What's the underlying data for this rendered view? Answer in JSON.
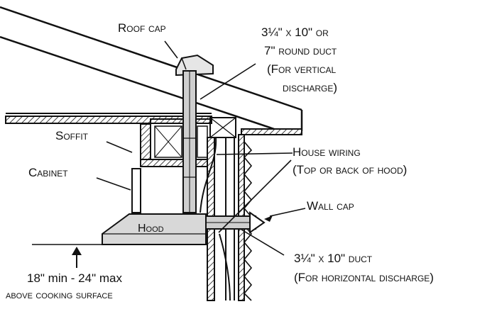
{
  "labels": {
    "roof_cap": "Roof cap",
    "vertical_duct_line1": "3¼\" x 10\" or",
    "vertical_duct_line2": "7\" round duct",
    "vertical_duct_line3": "(For vertical",
    "vertical_duct_line4": "discharge)",
    "soffit": "Soffit",
    "cabinet": "Cabinet",
    "house_wiring_line1": "House wiring",
    "house_wiring_line2": "(Top or back of hood)",
    "wall_cap": "Wall cap",
    "hood": "Hood",
    "horizontal_duct_line1": "3¼\" x 10\" duct",
    "horizontal_duct_line2": "(For horizontal discharge)",
    "mounting_height_line1": "18\" min - 24\" max",
    "mounting_height_line2": "above cooking surface"
  },
  "colors": {
    "ink": "#111111",
    "paper": "#ffffff",
    "hood_fill": "#d8d8d8",
    "duct_fill": "#cfcfcf"
  }
}
